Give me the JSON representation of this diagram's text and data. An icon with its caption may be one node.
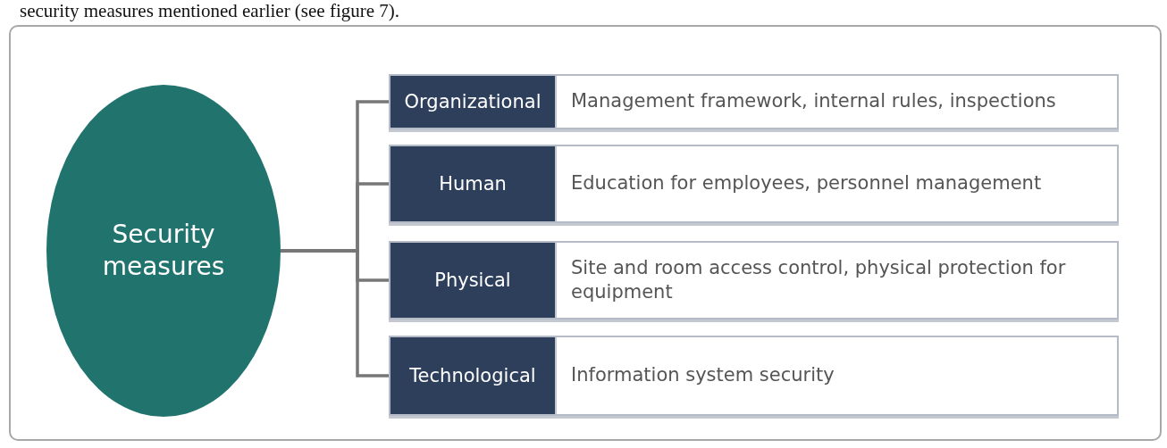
{
  "diagram": {
    "nodes": [
      {
        "text": [
          "Security measures"
        ]
      },
      {
        "text": [
          "Organizational",
          "Management framework, internal rules, inspections"
        ]
      },
      {
        "text": [
          "Human",
          "Education for employees, personnel management"
        ]
      },
      {
        "text": [
          "Physical",
          "Site and room access control, physical protection for equipment"
        ]
      },
      {
        "text": [
          "Technological",
          "Information system security"
        ]
      }
    ],
    "edges": [
      {
        "from": 0,
        "to": 1,
        "arrow": "none"
      },
      {
        "from": 0,
        "to": 2,
        "arrow": "none"
      },
      {
        "from": 0,
        "to": 3,
        "arrow": "none"
      },
      {
        "from": 0,
        "to": 4,
        "arrow": "none"
      }
    ],
    "labels": [
      "security measures mentioned earlier (see figure 7)."
    ]
  }
}
